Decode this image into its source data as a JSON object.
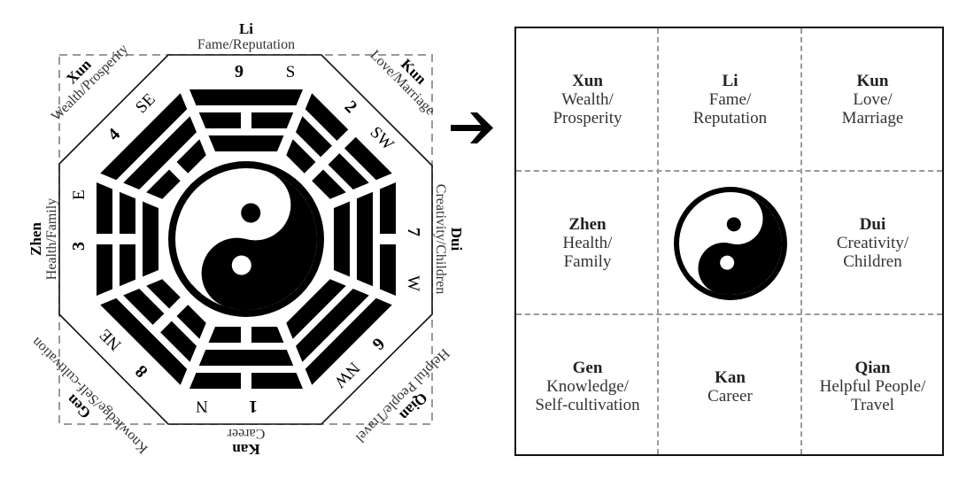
{
  "bagua": {
    "areas": [
      {
        "id": "li",
        "name": "Li",
        "meaning": "Fame/Reputation",
        "number": "9",
        "direction": "S",
        "trigram": [
          1,
          0,
          1
        ]
      },
      {
        "id": "kun",
        "name": "Kun",
        "meaning": "Love/Marriage",
        "number": "2",
        "direction": "SW",
        "trigram": [
          0,
          0,
          0
        ]
      },
      {
        "id": "dui",
        "name": "Dui",
        "meaning": "Creativity/Children",
        "number": "7",
        "direction": "W",
        "trigram": [
          0,
          1,
          1
        ]
      },
      {
        "id": "qian",
        "name": "Qian",
        "meaning": "Helpful People/Travel",
        "number": "6",
        "direction": "NW",
        "trigram": [
          1,
          1,
          1
        ]
      },
      {
        "id": "kan",
        "name": "Kan",
        "meaning": "Career",
        "number": "1",
        "direction": "N",
        "trigram": [
          0,
          1,
          0
        ]
      },
      {
        "id": "gen",
        "name": "Gen",
        "meaning": "Knowledge/Self-cultivation",
        "number": "8",
        "direction": "NE",
        "trigram": [
          1,
          0,
          0
        ]
      },
      {
        "id": "zhen",
        "name": "Zhen",
        "meaning": "Health/Family",
        "number": "3",
        "direction": "E",
        "trigram": [
          0,
          0,
          1
        ]
      },
      {
        "id": "xun",
        "name": "Xun",
        "meaning": "Wealth/Prosperity",
        "number": "4",
        "direction": "SE",
        "trigram": [
          1,
          1,
          0
        ]
      }
    ],
    "center_icon": "yin-yang-icon"
  },
  "arrow_icon": "right-arrow-icon",
  "grid": {
    "cells": [
      {
        "name": "Xun",
        "line1": "Wealth/",
        "line2": "Prosperity"
      },
      {
        "name": "Li",
        "line1": "Fame/",
        "line2": "Reputation"
      },
      {
        "name": "Kun",
        "line1": "Love/",
        "line2": "Marriage"
      },
      {
        "name": "Zhen",
        "line1": "Health/",
        "line2": "Family"
      },
      {
        "name": "",
        "line1": "",
        "line2": "",
        "icon": "yin-yang-icon"
      },
      {
        "name": "Dui",
        "line1": "Creativity/",
        "line2": "Children"
      },
      {
        "name": "Gen",
        "line1": "Knowledge/",
        "line2": "Self-cultivation"
      },
      {
        "name": "Kan",
        "line1": "Career",
        "line2": ""
      },
      {
        "name": "Qian",
        "line1": "Helpful People/",
        "line2": "Travel"
      }
    ]
  },
  "colors": {
    "ink": "#000000",
    "dash": "#999999",
    "text": "#222222"
  }
}
